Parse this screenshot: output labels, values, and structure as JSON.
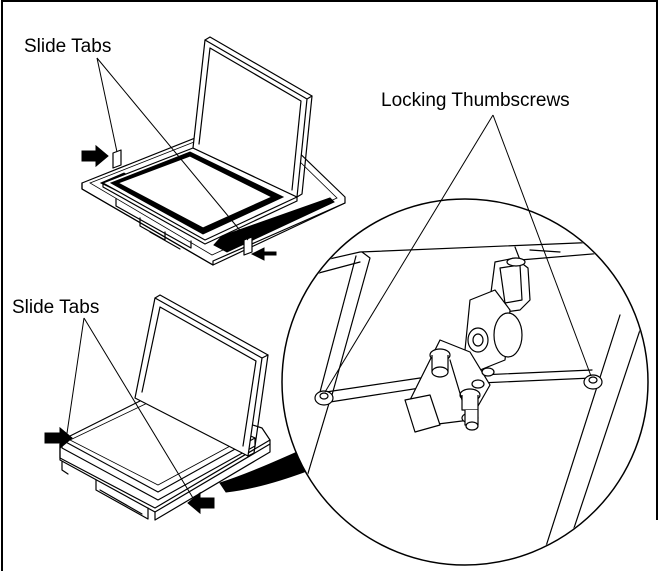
{
  "labels": {
    "slide_tabs_top": "Slide Tabs",
    "slide_tabs_bottom": "Slide Tabs",
    "locking_thumbscrews": "Locking Thumbscrews"
  }
}
